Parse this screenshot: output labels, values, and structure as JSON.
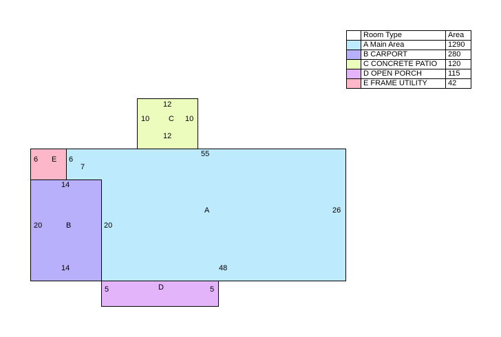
{
  "colors": {
    "main_area": "#bdeafc",
    "carport": "#b8b0fa",
    "concrete_patio": "#ecfcbc",
    "open_porch": "#e4b4fa",
    "frame_utility": "#fcb8c8"
  },
  "legend": {
    "header": {
      "room_type": "Room Type",
      "area": "Area"
    },
    "rows": [
      {
        "name": "A Main Area",
        "area": "1290"
      },
      {
        "name": "B CARPORT",
        "area": "280"
      },
      {
        "name": "C CONCRETE PATIO",
        "area": "120"
      },
      {
        "name": "D OPEN PORCH",
        "area": "115"
      },
      {
        "name": "E FRAME UTILITY",
        "area": "42"
      }
    ]
  },
  "rooms": {
    "a": {
      "letter": "A",
      "top": "55",
      "right": "26",
      "inner": "7",
      "bottom": "48",
      "left_of_b": "20"
    },
    "b": {
      "letter": "B",
      "top": "14",
      "left": "20",
      "bottom": "14"
    },
    "c": {
      "letter": "C",
      "top": "12",
      "left": "10",
      "right": "10",
      "bottom": "12"
    },
    "d": {
      "letter": "D",
      "left": "5",
      "right": "5"
    },
    "e": {
      "letter": "E",
      "left": "6",
      "right": "6"
    }
  }
}
